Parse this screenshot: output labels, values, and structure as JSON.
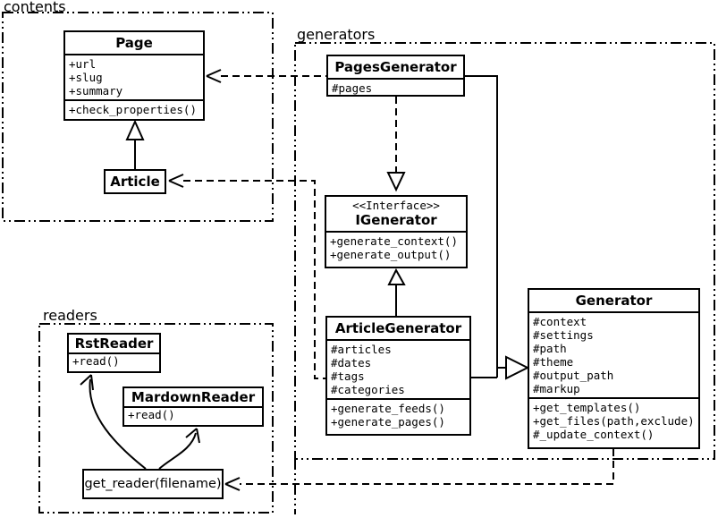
{
  "packages": {
    "contents": {
      "label": "contents"
    },
    "generators": {
      "label": "generators"
    },
    "readers": {
      "label": "readers"
    }
  },
  "classes": {
    "page": {
      "name": "Page",
      "attributes": [
        "+url",
        "+slug",
        "+summary"
      ],
      "methods": [
        "+check_properties()"
      ]
    },
    "article": {
      "name": "Article"
    },
    "pages_generator": {
      "name": "PagesGenerator",
      "attributes": [
        "#pages"
      ]
    },
    "igenerator": {
      "stereotype": "<<Interface>>",
      "name": "IGenerator",
      "methods": [
        "+generate_context()",
        "+generate_output()"
      ]
    },
    "article_generator": {
      "name": "ArticleGenerator",
      "attributes": [
        "#articles",
        "#dates",
        "#tags",
        "#categories"
      ],
      "methods": [
        "+generate_feeds()",
        "+generate_pages()"
      ]
    },
    "generator": {
      "name": "Generator",
      "attributes": [
        "#context",
        "#settings",
        "#path",
        "#theme",
        "#output_path",
        "#markup"
      ],
      "methods": [
        "+get_templates()",
        "+get_files(path,exclude)",
        "#_update_context()"
      ]
    },
    "rst_reader": {
      "name": "RstReader",
      "methods": [
        "+read()"
      ]
    },
    "markdown_reader": {
      "name": "MardownReader",
      "methods": [
        "+read()"
      ]
    },
    "get_reader": {
      "name": "get_reader(filename)"
    }
  },
  "colors": {
    "line": "#000000",
    "background": "#ffffff"
  }
}
